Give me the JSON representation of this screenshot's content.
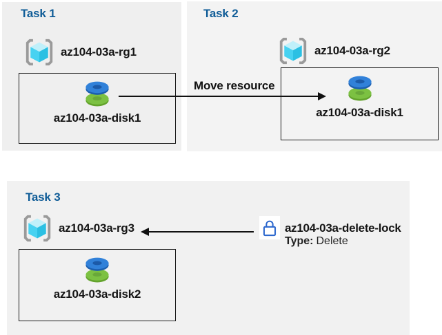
{
  "diagram": {
    "tasks": [
      {
        "title": "Task 1",
        "resource_group": "az104-03a-rg1",
        "resource": "az104-03a-disk1"
      },
      {
        "title": "Task 2",
        "resource_group": "az104-03a-rg2",
        "resource": "az104-03a-disk1"
      },
      {
        "title": "Task 3",
        "resource_group": "az104-03a-rg3",
        "resource": "az104-03a-disk2"
      }
    ],
    "move_arrow": {
      "label": "Move resource"
    },
    "delete_lock": {
      "name": "az104-03a-delete-lock",
      "type_label": "Type:",
      "type_value": "Delete"
    },
    "colors": {
      "task_title_blue": "#0f5c97",
      "panel_gray": "#f1f1f1",
      "disk_blue": "#3181d9",
      "disk_green": "#7cc142",
      "rg_cube_cyan": "#47d2f1",
      "bracket_gray": "#9a9a9a",
      "lock_blue": "#2d68ce",
      "arrow_black": "#111111"
    }
  }
}
